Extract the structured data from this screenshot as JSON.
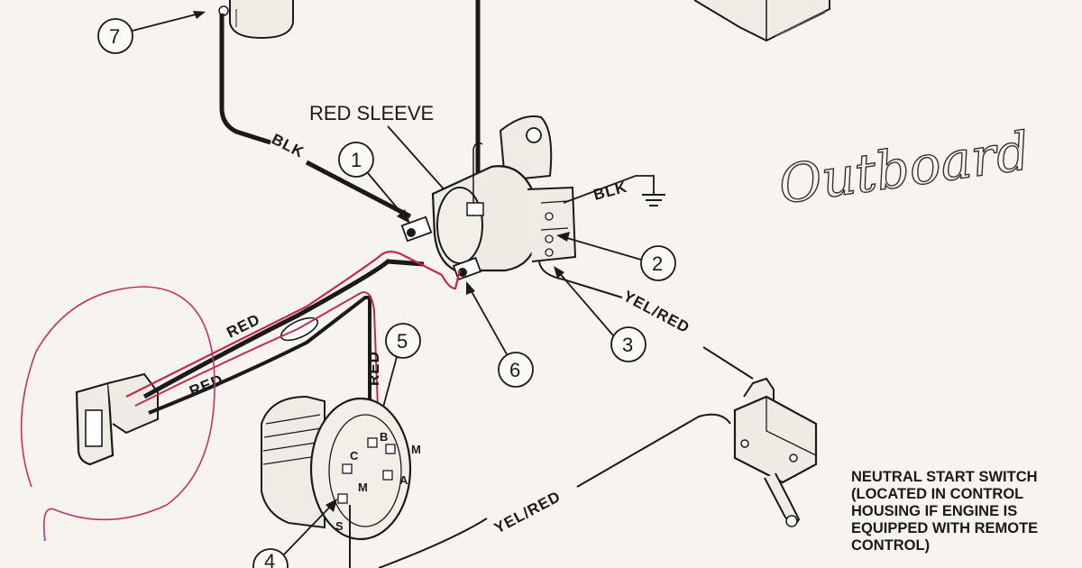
{
  "labels": {
    "red_sleeve": "RED SLEEVE",
    "handwritten": "Outboard",
    "neutral_note": "NEUTRAL START SWITCH\n(LOCATED IN CONTROL\nHOUSING IF ENGINE IS\nEQUIPPED WITH REMOTE\nCONTROL)"
  },
  "wires": {
    "blk_main": "BLK",
    "blk_ground": "BLK",
    "yel_red_upper": "YEL/RED",
    "yel_red_lower": "YEL/RED",
    "red_upper": "RED",
    "red_lower": "RED",
    "red_vertical": "RED"
  },
  "callouts": [
    "1",
    "2",
    "3",
    "4",
    "5",
    "6",
    "7"
  ],
  "terminals": {
    "b": "B",
    "c": "C",
    "m_top": "M",
    "a": "A",
    "m_bottom": "M",
    "s": "S"
  },
  "colors": {
    "ink": "#1a1a1a",
    "paper": "#f7f4ef",
    "red_wire": "#c42a4a",
    "annotation_circle": "#c4306a"
  }
}
